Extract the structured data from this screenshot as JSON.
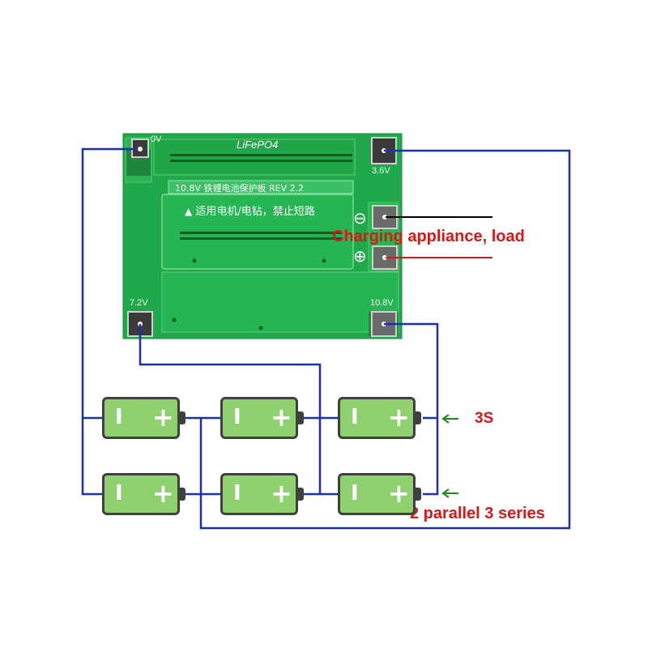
{
  "board": {
    "title": "LiFePO4",
    "revision": "10.8V 铁锂电池保护板 REV 2.2",
    "warning": "适用电机/电钻，禁止短路",
    "terminal_0v": "0V",
    "terminal_36v": "3.6V",
    "terminal_72v": "7.2V",
    "terminal_108v": "10.8V",
    "minus_symbol": "⊖",
    "plus_symbol": "⊕",
    "warning_symbol": "▲"
  },
  "labels": {
    "load": "Charging appliance, load",
    "series": "3S",
    "config": "2 parallel 3 series"
  },
  "battery": {
    "neg": "I",
    "pos": "+"
  },
  "colors": {
    "board": "#1fa94a",
    "wire": "#1a2fb4",
    "load_neg_wire": "#000000",
    "load_pos_wire": "#e01515",
    "arrow": "#1d8a1d",
    "cell_fill": "#8fd06f",
    "cell_border": "#404040"
  }
}
